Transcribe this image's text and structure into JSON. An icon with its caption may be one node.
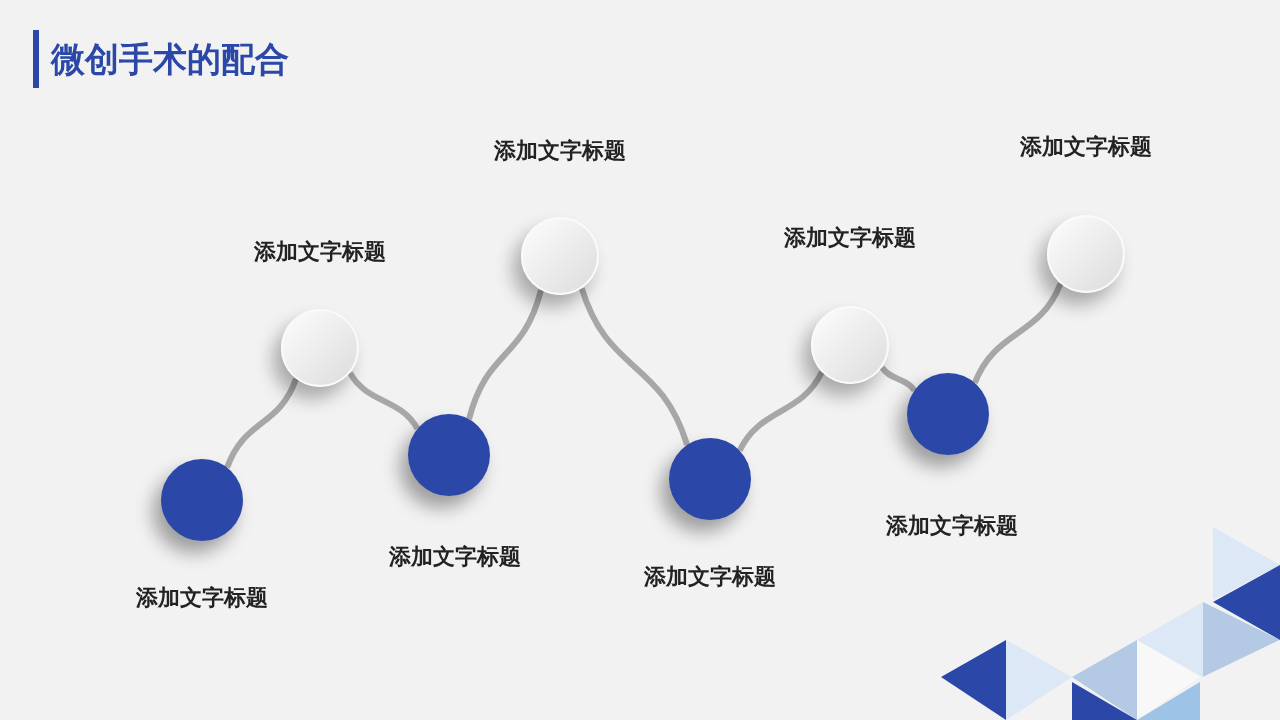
{
  "diagram": {
    "title": "微创手术的配合",
    "nodes": [
      {
        "text": [],
        "shape": "circle",
        "beside": [
          "添加文字标题"
        ]
      },
      {
        "text": [],
        "shape": "circle",
        "beside": [
          "添加文字标题"
        ]
      },
      {
        "text": [],
        "shape": "circle",
        "beside": [
          "添加文字标题"
        ]
      },
      {
        "text": [],
        "shape": "circle",
        "beside": [
          "添加文字标题"
        ]
      },
      {
        "text": [],
        "shape": "circle",
        "beside": [
          "添加文字标题"
        ]
      },
      {
        "text": [],
        "shape": "circle",
        "beside": [
          "添加文字标题"
        ]
      },
      {
        "text": [],
        "shape": "circle",
        "beside": [
          "添加文字标题"
        ]
      },
      {
        "text": [],
        "shape": "circle",
        "beside": [
          "添加文字标题"
        ]
      }
    ],
    "edges": [
      {
        "from": 0,
        "to": 1,
        "arrow": "none"
      },
      {
        "from": 1,
        "to": 2,
        "arrow": "none"
      },
      {
        "from": 2,
        "to": 3,
        "arrow": "none"
      },
      {
        "from": 3,
        "to": 4,
        "arrow": "none"
      },
      {
        "from": 4,
        "to": 5,
        "arrow": "none"
      },
      {
        "from": 5,
        "to": 6,
        "arrow": "none"
      },
      {
        "from": 6,
        "to": 7,
        "arrow": "none"
      }
    ]
  }
}
